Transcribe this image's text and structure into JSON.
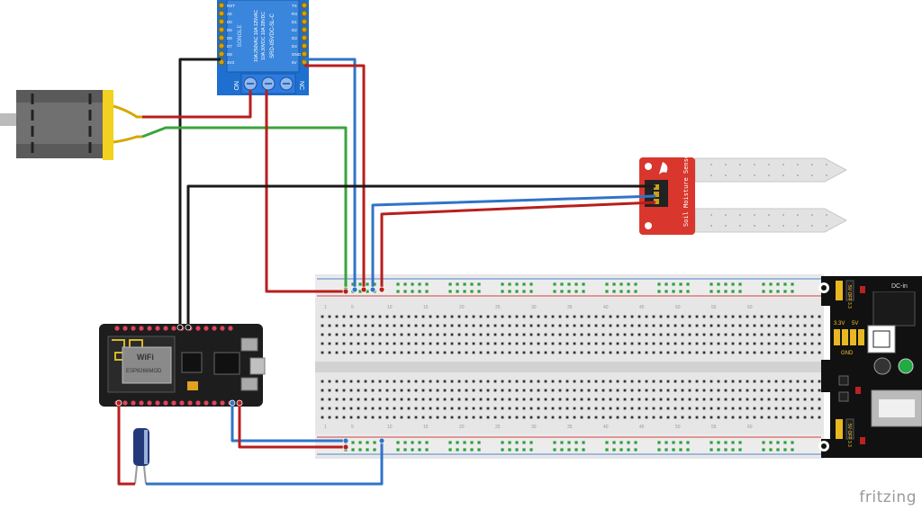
{
  "app": {
    "brand": "fritzing"
  },
  "relay": {
    "left_pins": [
      "RST",
      "A0",
      "D0",
      "D5",
      "D6",
      "D7",
      "D8",
      "3V3"
    ],
    "right_pins": [
      "TX",
      "RX",
      "D1",
      "D2",
      "D3",
      "D4",
      "GND",
      "5V"
    ],
    "brand_text": "SONGLE",
    "rating_1": "10A 250VAC  10A 125VAC",
    "rating_2": "10A 30VDC   10A 28VDC",
    "model": "SRD-05VDC-SL-C",
    "no_label": "NO",
    "nc_label": "NC"
  },
  "sensor": {
    "label": "Soil Moisture Sensor"
  },
  "esp": {
    "wifi_label": "WiFi",
    "module_label": "ESP8266MOD"
  },
  "power_module": {
    "dc_label": "DC-in",
    "rail_top": "5V  OFF  3.3",
    "rail_bottom": "5V  OFF  3.3",
    "v33": "3.3V",
    "v5": "5V",
    "gnd": "GND"
  },
  "breadboard": {
    "column_numbers": [
      "1",
      "5",
      "10",
      "15",
      "20",
      "25",
      "30",
      "35",
      "40",
      "45",
      "50",
      "55",
      "60"
    ]
  },
  "colors": {
    "wire_red": "#b81e1e",
    "wire_black": "#1a1a1a",
    "wire_blue": "#2f74c8",
    "wire_green": "#3aa43a",
    "relay_blue": "#1e6fd0",
    "sensor_red": "#d9372d",
    "esp_board": "#1d1d1d",
    "breadboard": "#e6e6e6",
    "rail_line_red": "#d04040",
    "rail_line_blue": "#5080d0",
    "hole_green": "#2aa13a"
  }
}
